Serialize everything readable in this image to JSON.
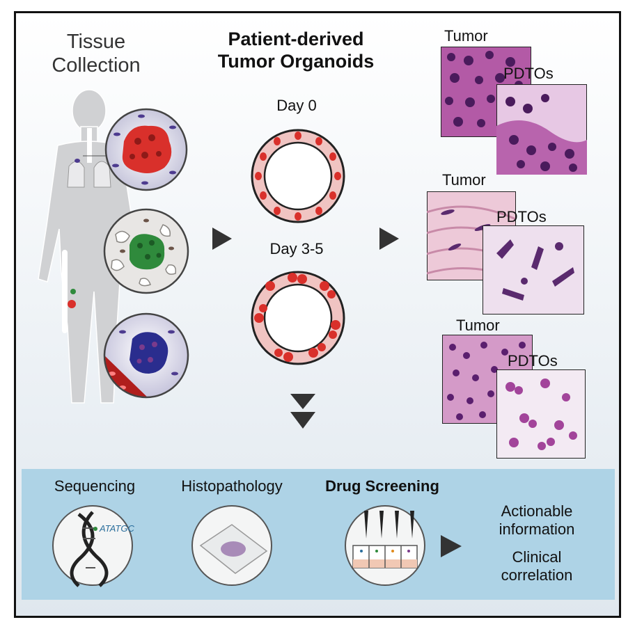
{
  "left": {
    "title_line1": "Tissue",
    "title_line2": "Collection"
  },
  "middle": {
    "title_line1": "Patient-derived",
    "title_line2": "Tumor Organoids",
    "day0_label": "Day 0",
    "day35_label": "Day 3-5"
  },
  "histology_panels": [
    {
      "tumor_label": "Tumor",
      "pdto_label": "PDTOs"
    },
    {
      "tumor_label": "Tumor",
      "pdto_label": "PDTOs"
    },
    {
      "tumor_label": "Tumor",
      "pdto_label": "PDTOs"
    }
  ],
  "bottom": {
    "sequencing": "Sequencing",
    "dna_sequence": "ATATGC",
    "histopathology": "Histopathology",
    "drug_screening": "Drug Screening",
    "outcome1_line1": "Actionable",
    "outcome1_line2": "information",
    "outcome2_line1": "Clinical",
    "outcome2_line2": "correlation"
  },
  "colors": {
    "panel_bg": "#aed3e6",
    "tumor_red": "#d9302b",
    "tumor_green": "#2f8a3c",
    "tumor_blue": "#2a2d8e",
    "he_stain": "#8e3f8c"
  }
}
